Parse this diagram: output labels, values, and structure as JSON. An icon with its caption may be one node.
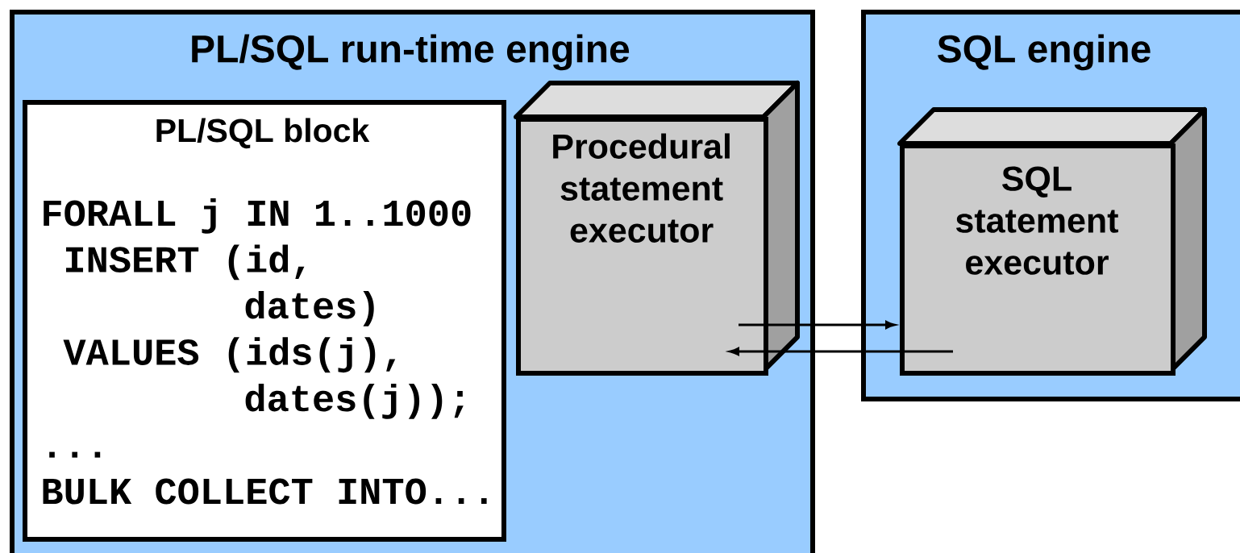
{
  "diagram": {
    "nodes": [
      {
        "text": [
          "PL/SQL run-time engine"
        ]
      },
      {
        "text": [
          "PL/SQL block",
          "FORALL j IN 1..1000",
          "INSERT (id,",
          "dates)",
          "VALUES (ids(j),",
          "dates(j));",
          "...",
          "BULK COLLECT INTO..."
        ],
        "in": 0
      },
      {
        "text": [
          "Procedural statement executor"
        ],
        "in": 0
      },
      {
        "text": [
          "SQL engine"
        ]
      },
      {
        "text": [
          "SQL statement executor"
        ],
        "in": 3
      }
    ],
    "edges": [
      {
        "from": 2,
        "to": 4,
        "arrow": "to"
      },
      {
        "from": 4,
        "to": 2,
        "arrow": "to"
      }
    ]
  }
}
